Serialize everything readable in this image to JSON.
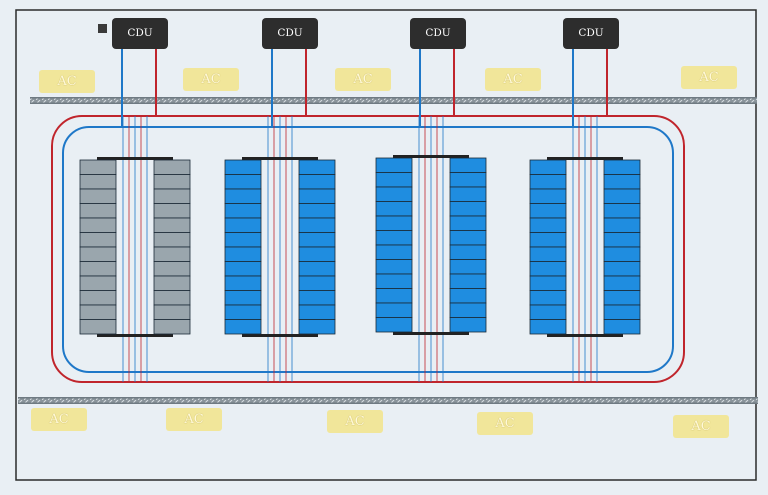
{
  "diagram": {
    "cdu_label": "CDU",
    "ac_label": "AC",
    "cdus": [
      "CDU",
      "CDU",
      "CDU",
      "CDU"
    ],
    "ac_units": [
      "AC",
      "AC",
      "AC",
      "AC",
      "AC",
      "AC",
      "AC",
      "AC",
      "AC",
      "AC"
    ],
    "rack_groups": [
      {
        "style": "grey",
        "units_per_column": 12
      },
      {
        "style": "blue",
        "units_per_column": 12
      },
      {
        "style": "blue",
        "units_per_column": 12
      },
      {
        "style": "blue",
        "units_per_column": 12
      }
    ]
  },
  "colors": {
    "background": "#e9eff4",
    "supply_line": "#c0252c",
    "return_line": "#1f78c8",
    "rack_blue": "#1f8de0",
    "rack_grey": "#9aa6ad",
    "ac_fill": "#f1e69a",
    "cdu_fill": "#2d2d2d",
    "frame": "#2b2b2b"
  }
}
